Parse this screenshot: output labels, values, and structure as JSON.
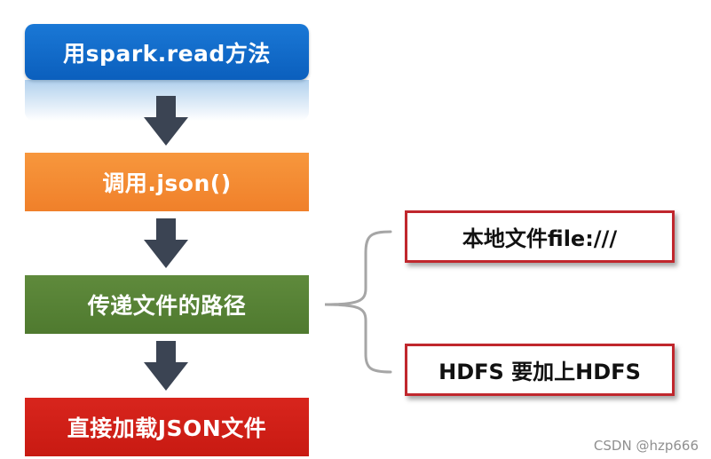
{
  "flow": {
    "steps": [
      {
        "label": "用spark.read方法",
        "color": "#0b6fcf"
      },
      {
        "label": "调用.json()",
        "color": "#f48a33"
      },
      {
        "label": "传递文件的路径",
        "color": "#578436"
      },
      {
        "label": "直接加载JSON文件",
        "color": "#d01f17"
      }
    ],
    "arrow_color": "#3b4453"
  },
  "path_options": [
    {
      "label": "本地文件file:///"
    },
    {
      "label": "HDFS 要加上HDFS"
    }
  ],
  "watermark": "CSDN @hzp666"
}
